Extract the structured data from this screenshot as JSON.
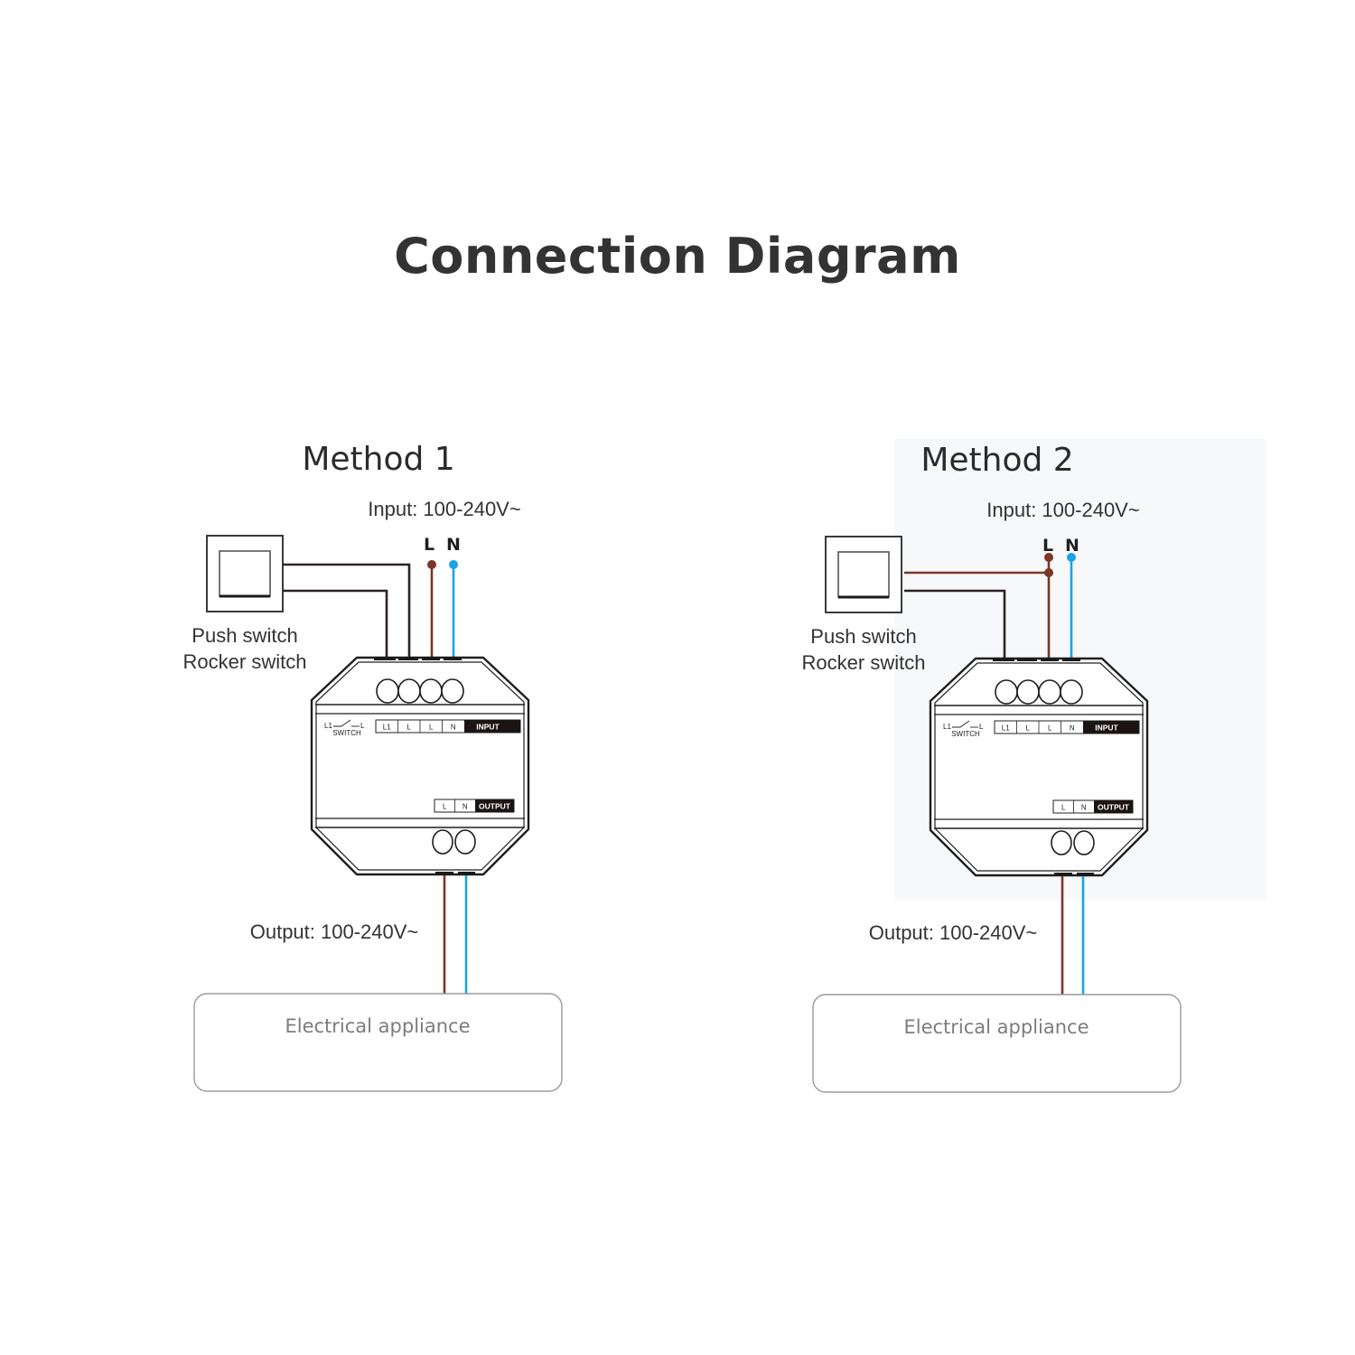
{
  "title": "Connection Diagram",
  "colors": {
    "live_wire": "#7a3626",
    "neutral_wire": "#1aa3e8",
    "switch_wire": "#2a2422",
    "outline": "#1e1e1e",
    "appliance_border": "#9a9a9a",
    "appliance_text": "#7c7c7c",
    "panel_background": "#f7f8fa"
  },
  "methods": [
    {
      "title": "Method 1",
      "input_label": "Input: 100-240V~",
      "l_label": "L",
      "n_label": "N",
      "switch_label_1": "Push switch",
      "switch_label_2": "Rocker switch",
      "output_label": "Output: 100-240V~",
      "appliance_label": "Electrical appliance",
      "device": {
        "switch_symbol_left": "L1",
        "switch_symbol_right": "L",
        "switch_symbol_caption": "SWITCH",
        "input_terminals": [
          "L1",
          "L",
          "L",
          "N"
        ],
        "input_tag": "INPUT",
        "output_terminals": [
          "L",
          "N"
        ],
        "output_tag": "OUTPUT"
      }
    },
    {
      "title": "Method 2",
      "input_label": "Input: 100-240V~",
      "l_label": "L",
      "n_label": "N",
      "switch_label_1": "Push switch",
      "switch_label_2": "Rocker switch",
      "output_label": "Output: 100-240V~",
      "appliance_label": "Electrical appliance",
      "device": {
        "switch_symbol_left": "L1",
        "switch_symbol_right": "L",
        "switch_symbol_caption": "SWITCH",
        "input_terminals": [
          "L1",
          "L",
          "L",
          "N"
        ],
        "input_tag": "INPUT",
        "output_terminals": [
          "L",
          "N"
        ],
        "output_tag": "OUTPUT"
      }
    }
  ]
}
